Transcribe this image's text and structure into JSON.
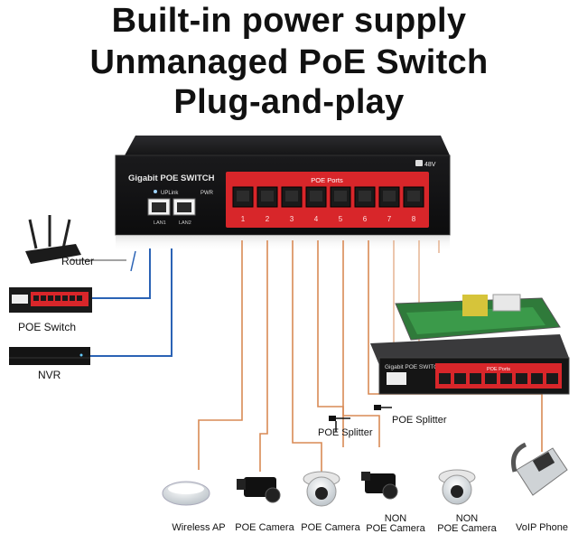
{
  "headline": {
    "line1": "Built-in power supply",
    "line2": "Unmanaged PoE Switch",
    "line3": "Plug-and-play"
  },
  "switch": {
    "brand_label": "Gigabit POE SWITCH",
    "uplink_label": "UPLink",
    "power_label": "PWR",
    "lan1": "LAN1",
    "lan2": "LAN2",
    "poe_ports_label": "POE Ports",
    "voltage_label": "48V",
    "port_numbers": [
      "1",
      "2",
      "3",
      "4",
      "5",
      "6",
      "7",
      "8"
    ]
  },
  "left_devices": {
    "router": "Router",
    "poe_switch": "POE Switch",
    "nvr": "NVR"
  },
  "splitters": {
    "splitter1": "POE Splitter",
    "splitter2": "POE Splitter"
  },
  "endpoints": [
    {
      "line1": "Wireless AP",
      "line2": ""
    },
    {
      "line1": "POE Camera",
      "line2": ""
    },
    {
      "line1": "POE Camera",
      "line2": ""
    },
    {
      "line1": "NON",
      "line2": "POE Camera"
    },
    {
      "line1": "NON",
      "line2": "POE Camera"
    },
    {
      "line1": "VoIP Phone",
      "line2": ""
    }
  ],
  "inset": {
    "brand_label": "Gigabit POE SWITCH",
    "poe_ports_label": "POE Ports"
  },
  "colors": {
    "switch_body": "#1c1c1e",
    "poe_panel": "#d8262a",
    "uplink_cable": "#2b63b5",
    "poe_cable": "#d98a55"
  }
}
